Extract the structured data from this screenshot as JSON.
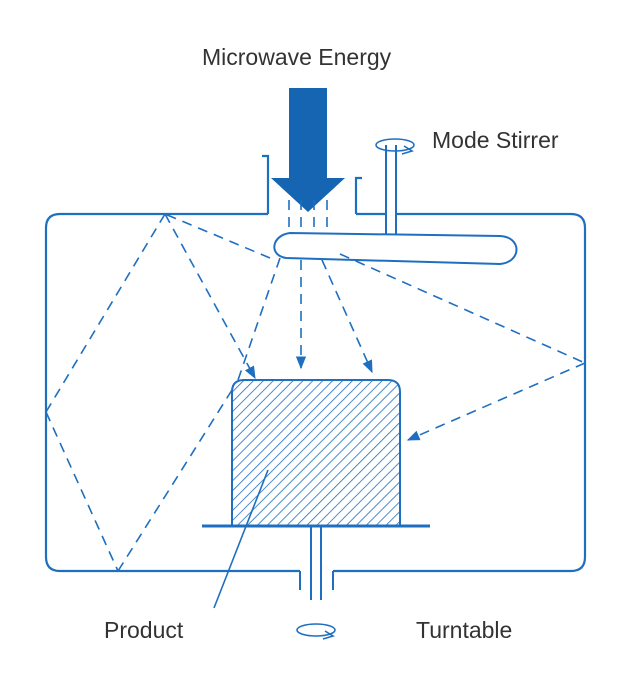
{
  "labels": {
    "microwave_energy": "Microwave Energy",
    "mode_stirrer": "Mode Stirrer",
    "product": "Product",
    "turntable": "Turntable"
  },
  "colors": {
    "line": "#1f6fc0",
    "arrow_fill": "#1565b2",
    "text": "#333333",
    "background": "#ffffff"
  }
}
